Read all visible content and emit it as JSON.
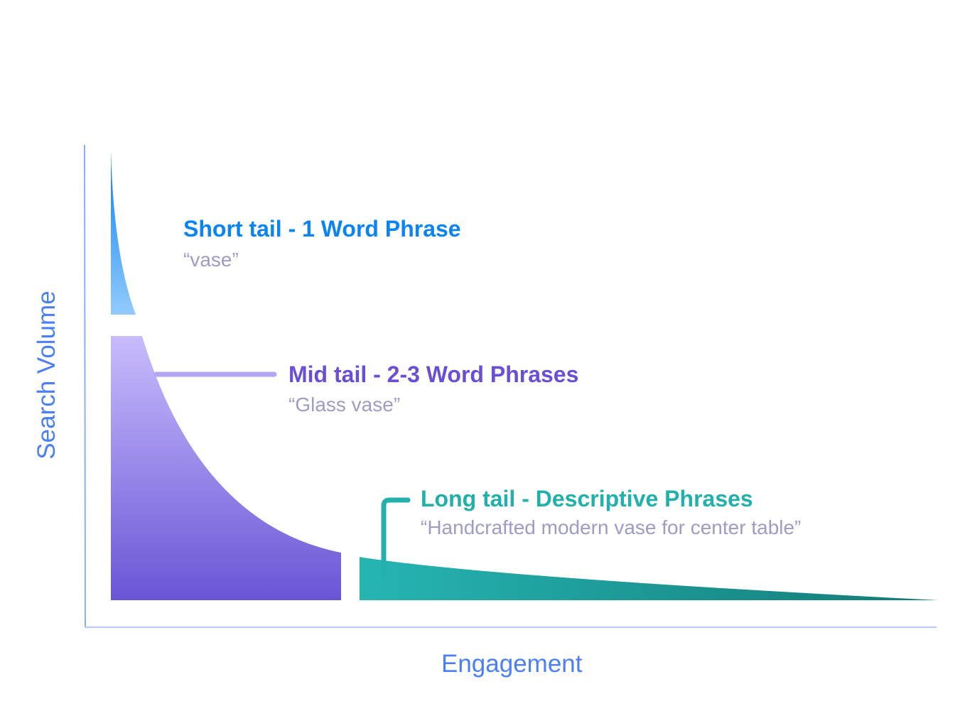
{
  "axes": {
    "x_label": "Engagement",
    "y_label": "Search Volume"
  },
  "segments": [
    {
      "title": "Short tail - 1 Word Phrase",
      "example": "“vase”",
      "color": "#0a84f5"
    },
    {
      "title": "Mid tail - 2-3 Word Phrases",
      "example": "“Glass vase”",
      "color": "#6a4fd6"
    },
    {
      "title": "Long tail - Descriptive Phrases",
      "example": "“Handcrafted modern vase for center table”",
      "color": "#22b0aa"
    }
  ]
}
